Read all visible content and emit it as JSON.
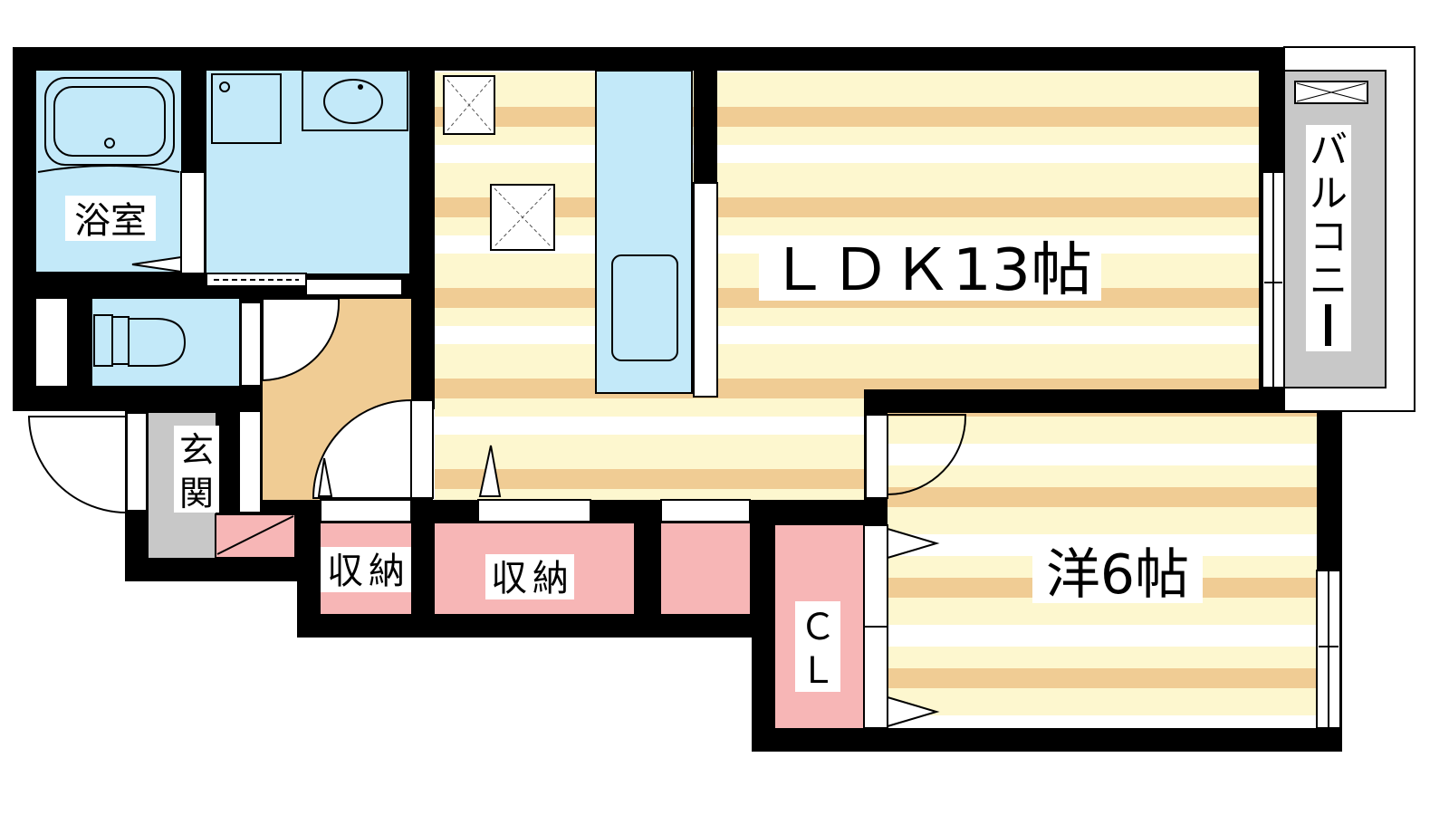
{
  "rooms": {
    "bath": "浴室",
    "ldk": "ＬＤＫ13帖",
    "western": "洋6帖",
    "entrance_1": "玄",
    "entrance_2": "関",
    "storage_small_1": "収",
    "storage_small_2": "納",
    "storage_large_1": "収",
    "storage_large_2": "納",
    "closet_1": "Ｃ",
    "closet_2": "Ｌ",
    "balcony_chars": [
      "バ",
      "ル",
      "コ",
      "ニ",
      "ー"
    ]
  },
  "colors": {
    "wall": "#000000",
    "wet_area": "#c3e9f9",
    "floor_stripe": "#f0cc94",
    "floor_base": "#fdf7cf",
    "entrance_floor": "#f0cc94",
    "storage": "#f7b6b6",
    "balcony": "#c8c8c8",
    "genkan_tile": "#c8c8c8"
  },
  "icons": [
    "bathtub-icon",
    "washbasin-icon",
    "toilet-icon",
    "kitchen-sink-icon",
    "ceiling-fixture-icon",
    "door-swing-icon",
    "window-icon"
  ]
}
